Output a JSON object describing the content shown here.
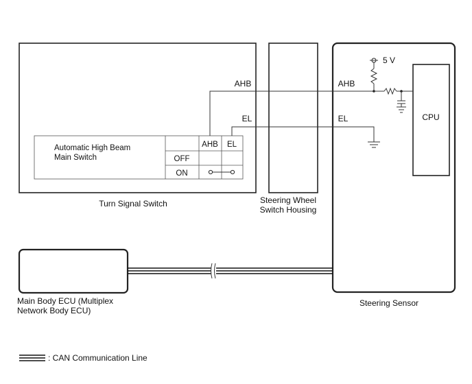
{
  "components": {
    "turn_signal_switch": {
      "label": "Turn Signal Switch"
    },
    "steering_wheel_switch_housing": {
      "label_line1": "Steering Wheel",
      "label_line2": "Switch Housing"
    },
    "steering_sensor": {
      "label": "Steering Sensor",
      "cpu_label": "CPU"
    },
    "main_body_ecu": {
      "label_line1": "Main Body ECU (Multiplex",
      "label_line2": "Network Body ECU)"
    }
  },
  "switch_table": {
    "title_line1": "Automatic High Beam",
    "title_line2": "Main Switch",
    "col_headers": [
      "AHB",
      "EL"
    ],
    "rows": [
      "OFF",
      "ON"
    ]
  },
  "signals": {
    "ahb_left": "AHB",
    "ahb_right": "AHB",
    "el_left": "EL",
    "el_right": "EL",
    "supply": "5 V"
  },
  "legend": {
    "can_line": ": CAN Communication Line"
  }
}
